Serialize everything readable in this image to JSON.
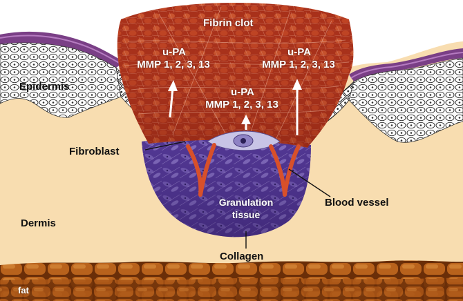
{
  "labels": {
    "fibrin_clot": "Fibrin clot",
    "epidermis": "Epidermis",
    "dermis": "Dermis",
    "fat": "fat",
    "fibroblast": "Fibroblast",
    "blood_vessel": "Blood vessel",
    "granulation_line1": "Granulation",
    "granulation_line2": "tissue",
    "collagen": "Collagen",
    "upa": "u-PA",
    "mmp": "MMP 1, 2, 3, 13"
  },
  "colors": {
    "dermis": "#f8ddb0",
    "fat": "#9c4a10",
    "fibrin_clot": "#b83a1c",
    "granulation_tissue": "#5a3a9c",
    "epidermis_cap": "#7a3f86",
    "blood_vessel": "#d8502a"
  }
}
